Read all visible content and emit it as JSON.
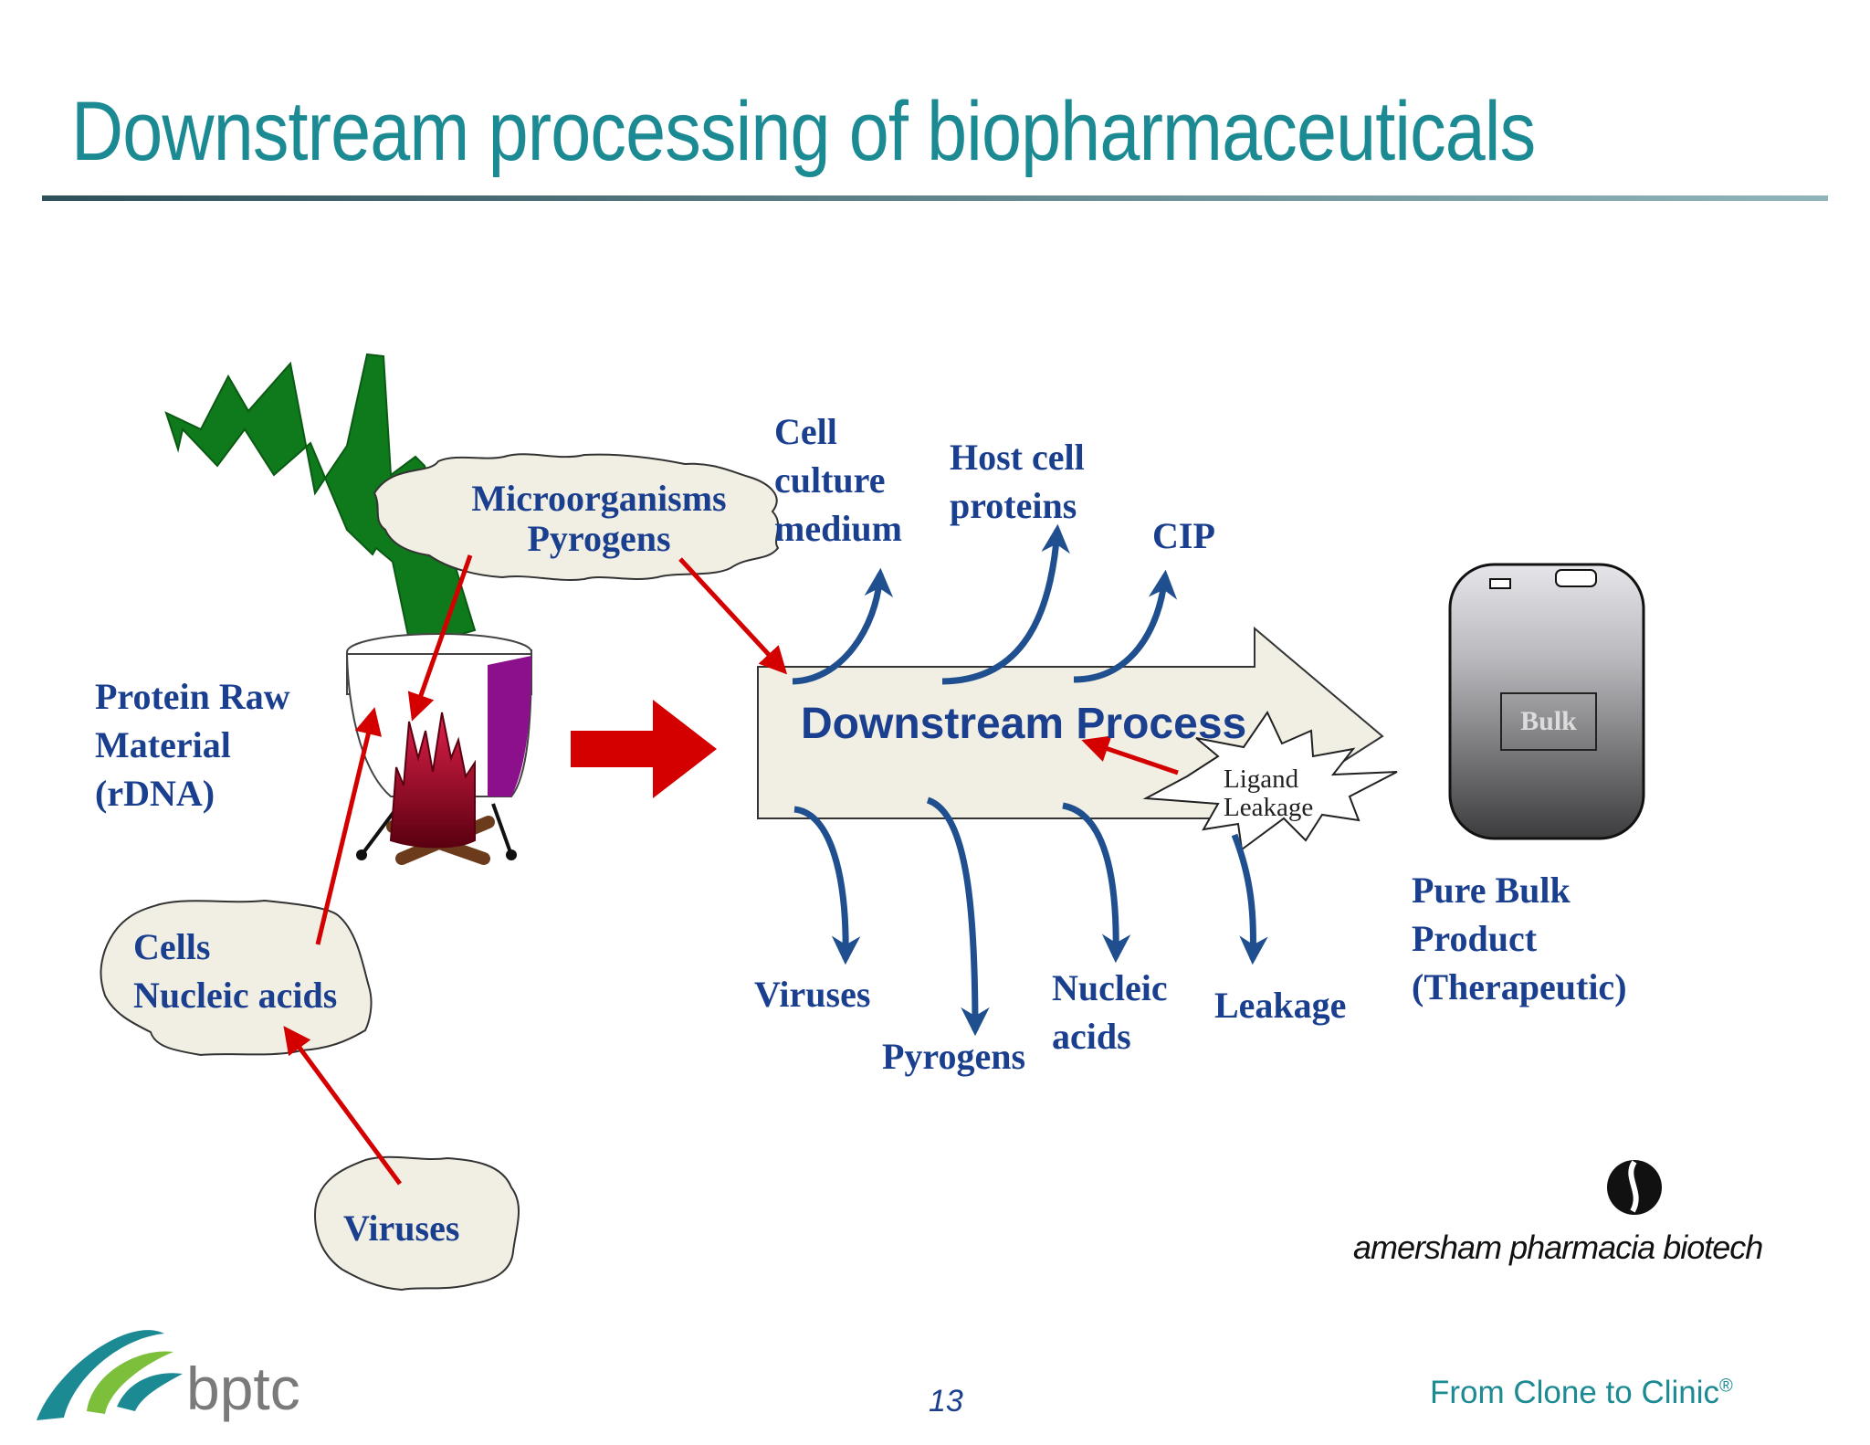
{
  "title": "Downstream processing of biopharmaceuticals",
  "labels": {
    "protein_raw_material": [
      "Protein Raw",
      "Material",
      "(rDNA)"
    ],
    "microorganisms_cloud": [
      "Microorganisms",
      "Pyrogens"
    ],
    "cells_cloud": [
      "Cells",
      "Nucleic acids"
    ],
    "viruses_cloud": "Viruses",
    "downstream_process": "Downstream Process",
    "ligand_leakage": [
      "Ligand",
      "Leakage"
    ],
    "bulk": "Bulk",
    "pure_bulk_product": [
      "Pure Bulk",
      "Product",
      "(Therapeutic)"
    ]
  },
  "removed_top": {
    "cell_culture_medium": [
      "Cell",
      "culture",
      "medium"
    ],
    "host_cell_proteins": [
      "Host cell",
      "proteins"
    ],
    "cip": "CIP"
  },
  "removed_bottom": {
    "viruses": "Viruses",
    "pyrogens": "Pyrogens",
    "nucleic_acids": [
      "Nucleic",
      "acids"
    ],
    "leakage": "Leakage"
  },
  "page_number": "13",
  "footer_tagline": "From Clone to Clinic",
  "footer_reg": "®",
  "logos": {
    "bptc": "bptc",
    "amersham_bold": "amersham",
    "amersham_mid": "pharmacia",
    "amersham_light": "biotech"
  },
  "colors": {
    "title": "#1c8a93",
    "label_blue": "#1b3f8f",
    "arrow_red": "#d40000",
    "arrow_blue": "#1f4f8f",
    "plant_green": "#0e7a1c",
    "cloud_fill": "#f1efe4"
  }
}
